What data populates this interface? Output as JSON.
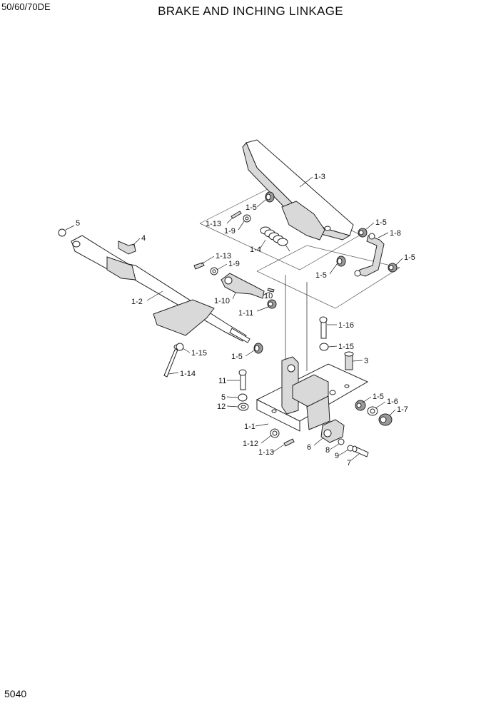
{
  "header": {
    "model": "50/60/70DE",
    "title": "BRAKE AND INCHING LINKAGE"
  },
  "footer": {
    "page_number": "5040"
  },
  "callouts": {
    "c1_3": "1-3",
    "c1_5a": "1-5",
    "c1_13a": "1-13",
    "c1_9a": "1-9",
    "c1_5b": "1-5",
    "c1_8": "1-8",
    "c1_4": "1-4",
    "c5a": "5",
    "c4": "4",
    "c1_13b": "1-13",
    "c1_9b": "1-9",
    "c1_5c": "1-5",
    "c1_5d": "1-5",
    "c1_2": "1-2",
    "c1_10": "1-10",
    "c10": "10",
    "c1_11": "1-11",
    "c1_16": "1-16",
    "c1_15a": "1-15",
    "c1_15b": "1-15",
    "c3": "3",
    "c1_5e": "1-5",
    "c1_14": "1-14",
    "c11": "11",
    "c5b": "5",
    "c12": "12",
    "c1_5f": "1-5",
    "c1_6": "1-6",
    "c1_7": "1-7",
    "c1_1": "1-1",
    "c1_12": "1-12",
    "c1_13c": "1-13",
    "c6": "6",
    "c8": "8",
    "c9": "9",
    "c7": "7"
  }
}
